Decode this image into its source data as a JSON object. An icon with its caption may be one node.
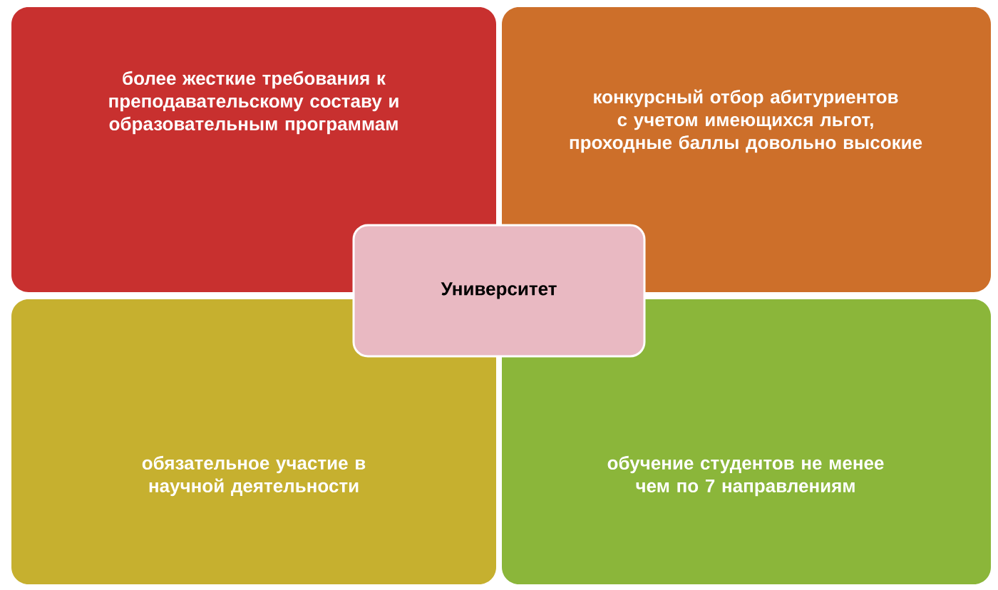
{
  "diagram": {
    "nodes": [
      {
        "text": [
          "более жесткие требования к преподавательскому составу и образовательным программам"
        ]
      },
      {
        "text": [
          "конкурсный отбор абитуриентов с учетом имеющихся льгот, проходные баллы довольно высокие"
        ]
      },
      {
        "text": [
          "Университет"
        ]
      },
      {
        "text": [
          "обязательное участие в научной деятельности"
        ]
      },
      {
        "text": [
          "обучение студентов не менее чем по 7 направлениям"
        ]
      }
    ]
  }
}
